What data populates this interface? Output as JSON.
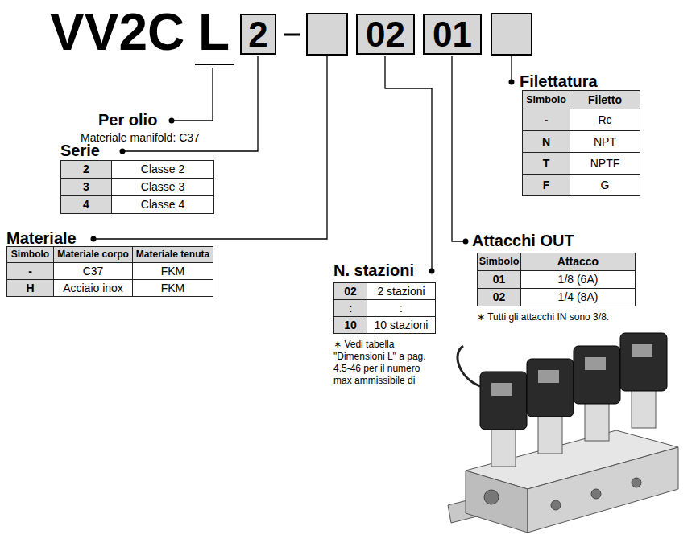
{
  "diagram": {
    "nodes": [
      {
        "text": [
          "2"
        ]
      },
      {
        "text": [
          "02"
        ]
      },
      {
        "text": [
          "01"
        ]
      }
    ],
    "labels": [
      "VV2C",
      "L",
      "Per olio",
      "Materiale manifold: C37",
      "Serie",
      "2",
      "Classe 2",
      "3",
      "Classe 3",
      "4",
      "Classe 4",
      "Materiale",
      "Simbolo",
      "Materiale corpo",
      "Materiale tenuta",
      "-",
      "C37",
      "FKM",
      "H",
      "Acciaio inox",
      "FKM",
      "N. stazioni",
      "02",
      "2 stazioni",
      ":",
      ":",
      "10",
      "10 stazioni",
      "∗ Vedi tabella \"Dimensioni L\" a pag. 4.5-46 per il numero max ammissibile di",
      "Filettatura",
      "Simbolo",
      "Filetto",
      "-",
      "Rc",
      "N",
      "NPT",
      "T",
      "NPTF",
      "F",
      "G",
      "Attacchi OUT",
      "Simbolo",
      "Attacco",
      "01",
      "1/8 (6A)",
      "02",
      "1/4 (8A)",
      "∗ Tutti gli attacchi IN sono 3/8."
    ]
  }
}
